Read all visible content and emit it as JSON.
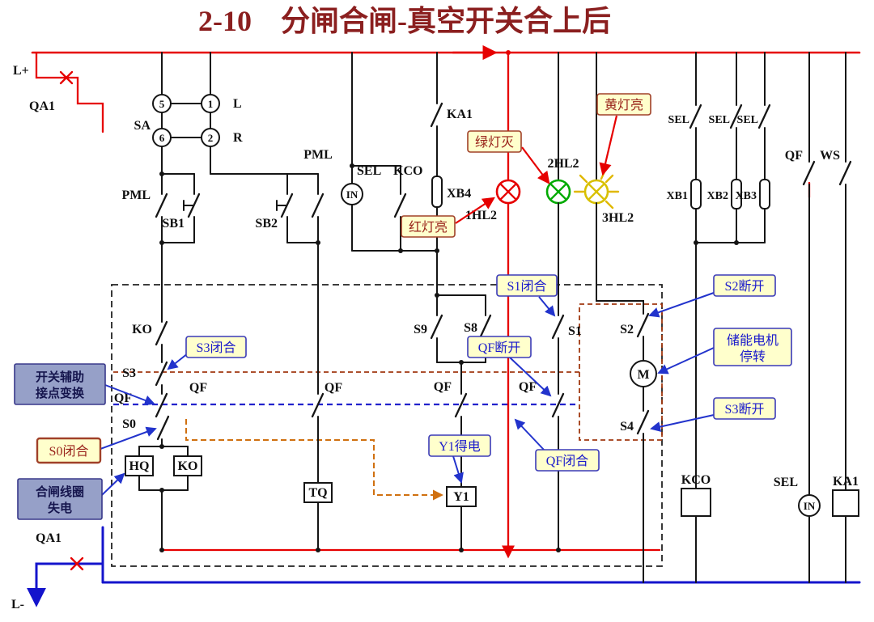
{
  "title": "2-10　分闸合闸-真空开关合上后",
  "colors": {
    "energized_line": "#e60000",
    "negative_line": "#1414cc",
    "callout_bg": "#ffffcc",
    "callout_blue_text": "#1a1acc",
    "callout_red_text": "#99221a",
    "gray_box_bg": "#96a0c8",
    "title_color": "#8b1f1f",
    "lamp_red": "#e60000",
    "lamp_green": "#00aa00",
    "lamp_yellow": "#d8c000"
  },
  "rails": {
    "l_plus": "L+",
    "l_minus": "L-",
    "qa1_top": "QA1",
    "qa1_bottom": "QA1"
  },
  "sa": {
    "label": "SA",
    "c5": "5",
    "c1": "1",
    "c6": "6",
    "c2": "2",
    "l": "L",
    "r": "R"
  },
  "top": {
    "pml_left": "PML",
    "pml_upper": "PML",
    "sb1": "SB1",
    "sb2": "SB2",
    "sel": "SEL",
    "kco": "KCO",
    "in": "IN",
    "ka1": "KA1",
    "xb4": "XB4",
    "hl1": "1HL2",
    "hl2": "2HL2",
    "hl3": "3HL2"
  },
  "right": {
    "sel1": "SEL",
    "sel2": "SEL",
    "sel3": "SEL",
    "xb1": "XB1",
    "xb2": "XB2",
    "xb3": "XB3",
    "qf": "QF",
    "ws": "WS"
  },
  "mid": {
    "ko_contact": "KO",
    "s3": "S3",
    "s0": "S0",
    "s9": "S9",
    "s8": "S8",
    "s1": "S1",
    "s2": "S2",
    "s4": "S4",
    "m": "M",
    "qf_1": "QF",
    "qf_2": "QF",
    "qf_3": "QF",
    "qf_4": "QF",
    "qf_5": "QF"
  },
  "coils": {
    "hq": "HQ",
    "ko": "KO",
    "tq": "TQ",
    "y1": "Y1",
    "kco": "KCO",
    "sel": "SEL",
    "in": "IN",
    "ka1": "KA1"
  },
  "callouts": {
    "green_off": "绿灯灭",
    "yellow_on": "黄灯亮",
    "red_on": "红灯亮",
    "s1_closed": "S1闭合",
    "s2_open": "S2断开",
    "motor_line1": "储能电机",
    "motor_line2": "停转",
    "s3_closed": "S3闭合",
    "qf_open": "QF断开",
    "s3_open": "S3断开",
    "y1_energized": "Y1得电",
    "qf_closed": "QF闭合",
    "s0_closed": "S0闭合",
    "aux_line1": "开关辅助",
    "aux_line2": "接点变换",
    "coil_line1": "合闸线圈",
    "coil_line2": "失电"
  }
}
